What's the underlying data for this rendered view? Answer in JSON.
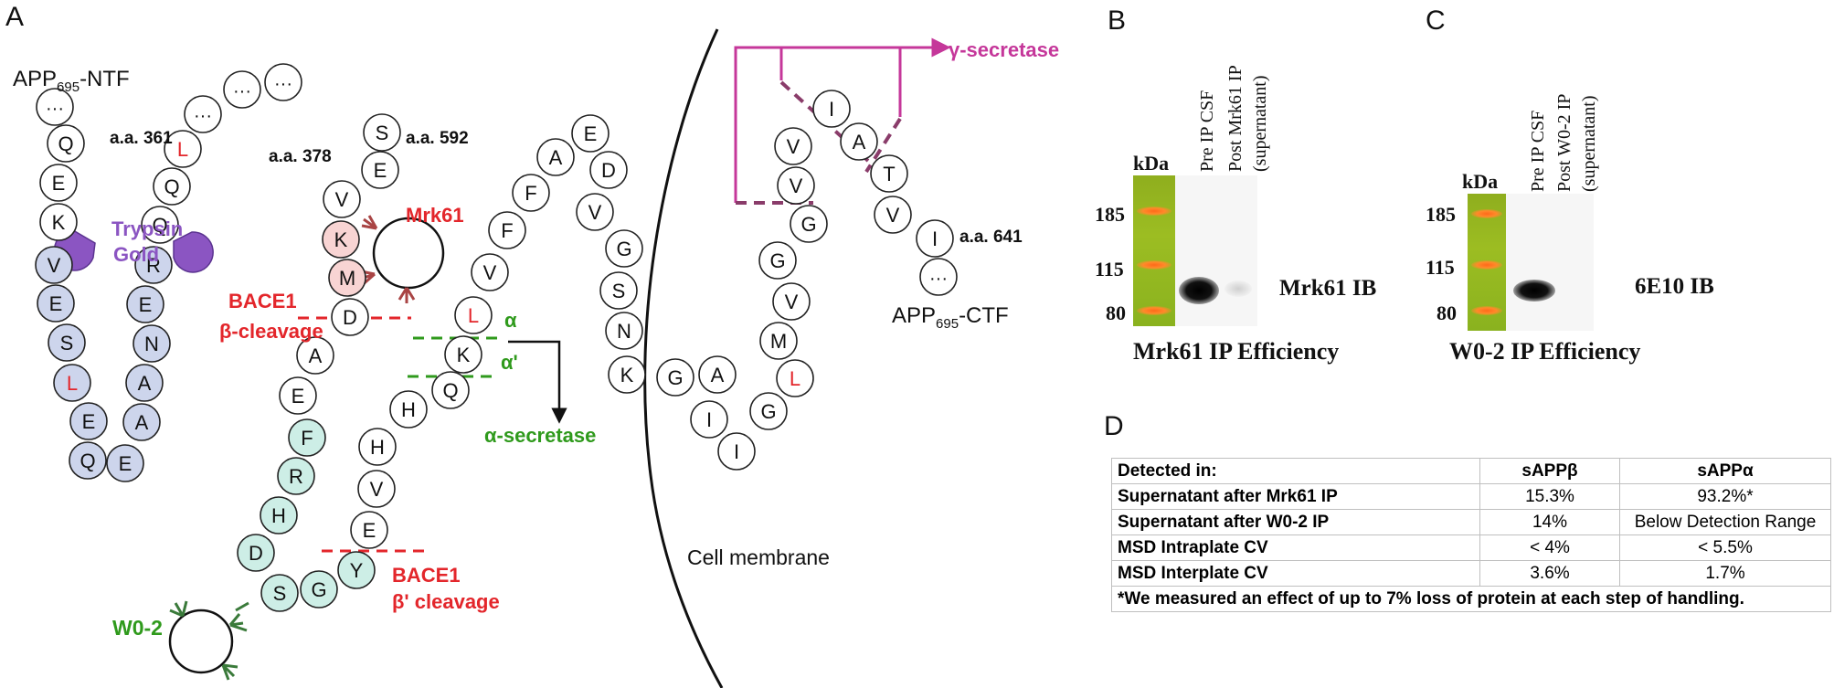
{
  "panels": {
    "a": "A",
    "b": "B",
    "c": "C",
    "d": "D"
  },
  "diagram": {
    "ntf_label_main": "APP",
    "ntf_label_sub": "695",
    "ntf_label_suffix": "-NTF",
    "ctf_label_main": "APP",
    "ctf_label_sub": "695",
    "ctf_label_suffix": "-CTF",
    "aa_361": "a.a. 361",
    "aa_378": "a.a. 378",
    "aa_592": "a.a. 592",
    "aa_641": "a.a. 641",
    "trypsin_line1": "Trypsin",
    "trypsin_line2": "Gold",
    "mrk61": "Mrk61",
    "bace1_a_line1": "BACE1",
    "bace1_a_line2": "β-cleavage",
    "bace1_b_line1": "BACE1",
    "bace1_b_line2": "β' cleavage",
    "alpha": "α",
    "alpha_prime": "α'",
    "alpha_secretase": "α-secretase",
    "gamma_secretase": "γ-secretase",
    "cell_membrane": "Cell membrane",
    "w02": "W0-2",
    "ellipsis": "···",
    "residues": {
      "a1": "···",
      "a2": "Q",
      "a3": "E",
      "a4": "K",
      "a5": "V",
      "a6": "E",
      "a7": "S",
      "a8": "L",
      "a9": "E",
      "a10": "Q",
      "a11": "E",
      "a12": "A",
      "a13": "A",
      "a14": "N",
      "a15": "E",
      "a16": "R",
      "a17": "Q",
      "b1": "Q",
      "b2": "L",
      "b3": "···",
      "b4": "···",
      "b5": "···",
      "b6": "S",
      "b7": "E",
      "b8": "V",
      "b9": "K",
      "b10": "M",
      "b11": "D",
      "b12": "A",
      "b13": "E",
      "b14": "F",
      "b15": "R",
      "b16": "H",
      "b17": "D",
      "b18": "S",
      "b19": "G",
      "b20": "Y",
      "b21": "E",
      "b22": "V",
      "b23": "H",
      "b24": "H",
      "b25": "Q",
      "b26": "K",
      "b27": "L",
      "b28": "V",
      "b29": "F",
      "b30": "F",
      "b31": "A",
      "b32": "E",
      "b33": "D",
      "b34": "V",
      "b35": "G",
      "b36": "S",
      "b37": "N",
      "b38": "K",
      "c1": "G",
      "c2": "A",
      "c3": "I",
      "c4": "I",
      "c5": "G",
      "c6": "L",
      "c7": "M",
      "c8": "V",
      "c9": "G",
      "c10": "G",
      "c11": "V",
      "c12": "V",
      "c13": "I",
      "c14": "A",
      "c15": "T",
      "c16": "V",
      "c17": "I",
      "c18": "···"
    },
    "colors": {
      "blue": "#cdd5ec",
      "pink": "#f8d4d3",
      "teal": "#cdeee6",
      "red": "#e3262b",
      "green": "#2f9a1c",
      "purple": "#8b55c2",
      "magenta": "#c5379a",
      "dark_red": "#a94444",
      "dark_green": "#3a7a3a"
    }
  },
  "blot_b": {
    "kda": "kDa",
    "markers": [
      "185",
      "115",
      "80"
    ],
    "lane1": "Pre IP CSF",
    "lane2": "Post Mrk61 IP",
    "lane2b": "(supernatant)",
    "ib_label": "Mrk61 IB",
    "title": "Mrk61 IP Efficiency"
  },
  "blot_c": {
    "kda": "kDa",
    "markers": [
      "185",
      "115",
      "80"
    ],
    "lane1": "Pre IP CSF",
    "lane2": "Post W0-2 IP",
    "lane2b": "(supernatant)",
    "ib_label": "6E10 IB",
    "title": "W0-2 IP Efficiency"
  },
  "table": {
    "headers": [
      "Detected in:",
      "sAPPβ",
      "sAPPα"
    ],
    "rows": [
      [
        "Supernatant after Mrk61 IP",
        "15.3%",
        "93.2%*"
      ],
      [
        "Supernatant after W0-2 IP",
        "14%",
        "Below Detection Range"
      ],
      [
        "MSD Intraplate CV",
        "< 4%",
        "< 5.5%"
      ],
      [
        "MSD Interplate CV",
        "3.6%",
        "1.7%"
      ]
    ],
    "footnote": "*We measured an effect of up to 7% loss of protein at each step of handling."
  }
}
